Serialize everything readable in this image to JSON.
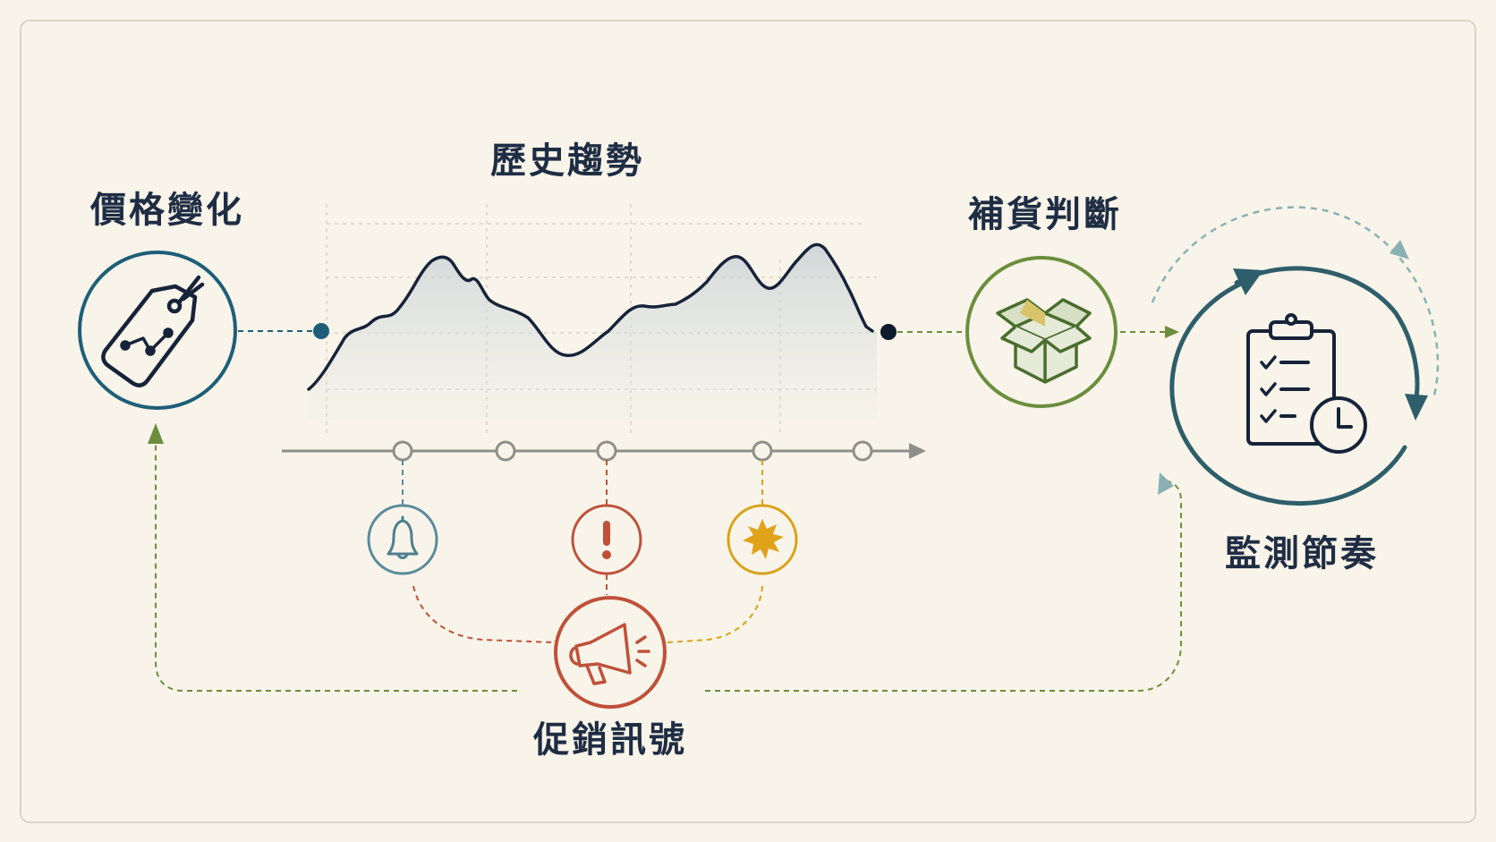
{
  "labels": {
    "price_change": "價格變化",
    "history_trend": "歷史趨勢",
    "restock_decision": "補貨判斷",
    "monitor_rhythm": "監測節奏",
    "promo_signal": "促銷訊號"
  },
  "icons": {
    "price": "price-tag-icon",
    "restock": "box-icon",
    "monitor": "clipboard-clock-icon",
    "promo": "megaphone-icon",
    "events": [
      "bell-icon",
      "alert-icon",
      "burst-icon"
    ]
  },
  "colors": {
    "background": "#f8f4e9",
    "text": "#1f2d44",
    "teal": "#1e5e78",
    "green": "#6b8e3d",
    "red": "#c0503a",
    "gold": "#d9a21b",
    "blue_gray": "#5a8a9a",
    "monitor": "#2e5e6a"
  }
}
